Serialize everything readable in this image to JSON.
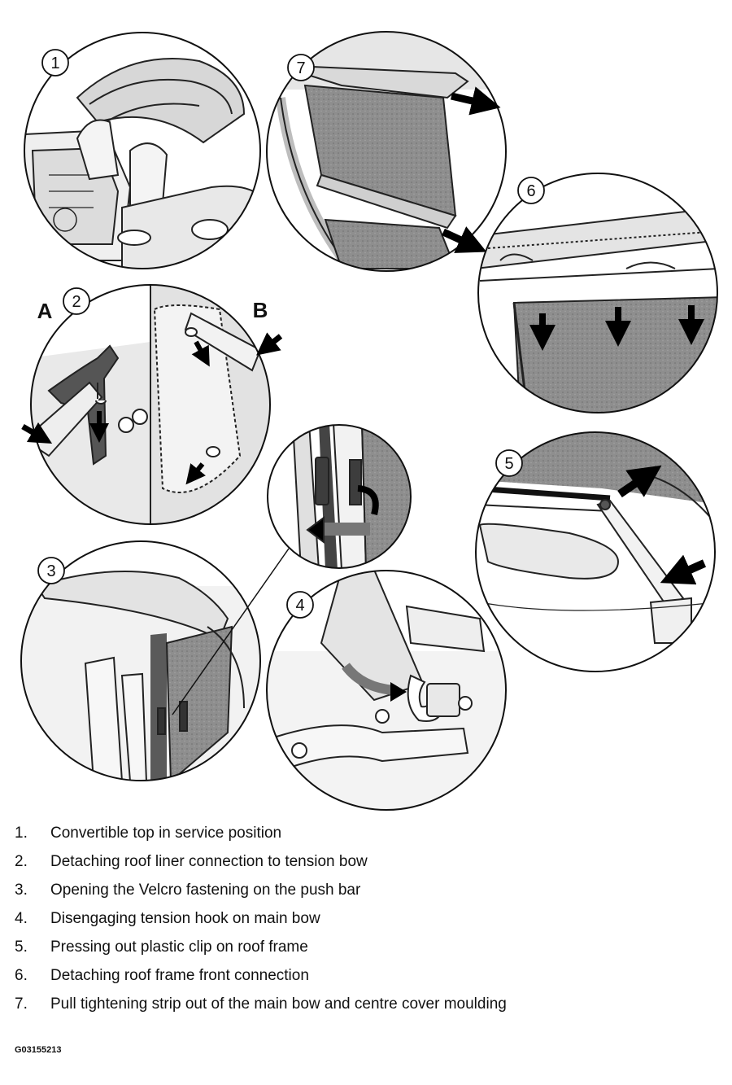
{
  "figure": {
    "panels": [
      {
        "id": "1",
        "label": "1"
      },
      {
        "id": "2",
        "label": "2",
        "side_labels": [
          "A",
          "B"
        ]
      },
      {
        "id": "3",
        "label": "3"
      },
      {
        "id": "4",
        "label": "4"
      },
      {
        "id": "5",
        "label": "5"
      },
      {
        "id": "6",
        "label": "6"
      },
      {
        "id": "7",
        "label": "7"
      }
    ],
    "legend": [
      {
        "num": "1.",
        "text": "Convertible top in service position"
      },
      {
        "num": "2.",
        "text": "Detaching roof liner connection to tension bow"
      },
      {
        "num": "3.",
        "text": "Opening the Velcro fastening on the push bar"
      },
      {
        "num": "4.",
        "text": "Disengaging tension hook on main bow"
      },
      {
        "num": "5.",
        "text": "Pressing out plastic clip on roof frame"
      },
      {
        "num": "6.",
        "text": "Detaching roof frame front connection"
      },
      {
        "num": "7.",
        "text": "Pull tightening strip out of the main bow and centre cover moulding"
      }
    ],
    "figure_code": "G03155213"
  }
}
